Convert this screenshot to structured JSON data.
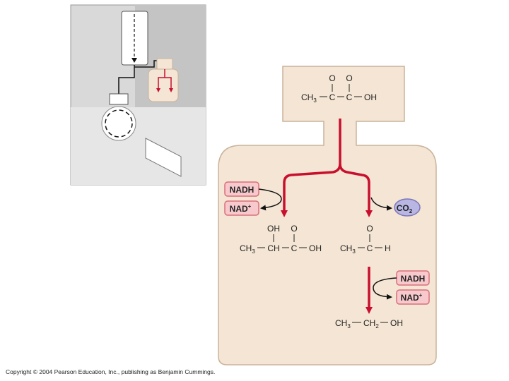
{
  "pyruvate": {
    "o1": "O",
    "o2": "O",
    "ch3": "CH",
    "ch3_sub": "3",
    "c1": "C",
    "c2": "C",
    "oh": "OH"
  },
  "lactate_branch": {
    "nadh_label": "NADH",
    "nad_label": "NAD",
    "nad_sup": "+",
    "product": {
      "oh_top": "OH",
      "o_top": "O",
      "ch3": "CH",
      "ch3_sub": "3",
      "ch": "CH",
      "c": "C",
      "oh": "OH"
    }
  },
  "ethanol_branch": {
    "co2_label": "CO",
    "co2_sub": "2",
    "acetaldehyde": {
      "o_top": "O",
      "ch3": "CH",
      "ch3_sub": "3",
      "c": "C",
      "h": "H"
    },
    "nadh_label": "NADH",
    "nad_label": "NAD",
    "nad_sup": "+",
    "ethanol": {
      "ch3": "CH",
      "ch3_sub": "3",
      "ch2": "CH",
      "ch2_sub": "2",
      "oh": "OH"
    }
  },
  "colors": {
    "cell_fill": "#f4e5d4",
    "cell_stroke": "#c9b39a",
    "arrow_red": "#c8102e",
    "nad_fill": "#f7c9cc",
    "nad_stroke": "#d9707a",
    "co2_fill": "#b9b6e3",
    "co2_stroke": "#7b77b8",
    "thumb_bg": "#d9d9d9",
    "thumb_light": "#e6e6e6"
  },
  "footer": {
    "copyright": "Copyright © 2004 Pearson Education, Inc., publishing as Benjamin Cummings."
  }
}
